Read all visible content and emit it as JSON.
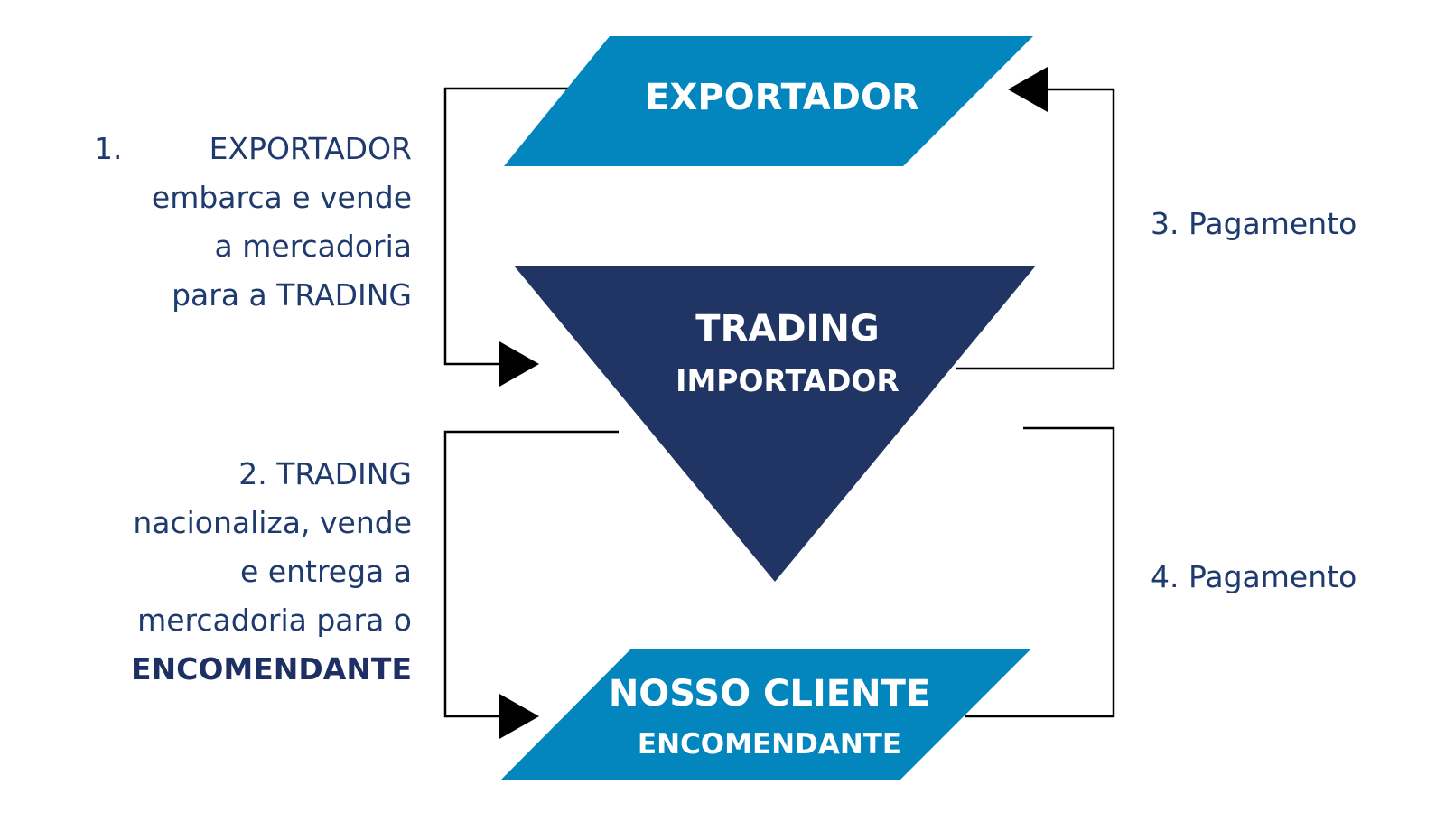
{
  "colors": {
    "light_blue": "#0286bd",
    "dark_navy": "#213565",
    "text_blue": "#1f3a6e",
    "connector": "#000000"
  },
  "nodes": {
    "exportador": {
      "title": "EXPORTADOR"
    },
    "trading": {
      "title": "TRADING",
      "subtitle": "IMPORTADOR"
    },
    "cliente": {
      "title": "NOSSO CLIENTE",
      "subtitle": "ENCOMENDANTE"
    }
  },
  "steps": {
    "step1": {
      "number": "1.",
      "lines": [
        "EXPORTADOR",
        "embarca e vende",
        "a mercadoria",
        "para a TRADING"
      ]
    },
    "step2": {
      "lines": [
        "2. TRADING",
        "nacionaliza, vende",
        "e entrega a",
        "mercadoria para o"
      ],
      "emphasis": "ENCOMENDANTE"
    },
    "step3": {
      "label": "3. Pagamento"
    },
    "step4": {
      "label": "4. Pagamento"
    }
  }
}
